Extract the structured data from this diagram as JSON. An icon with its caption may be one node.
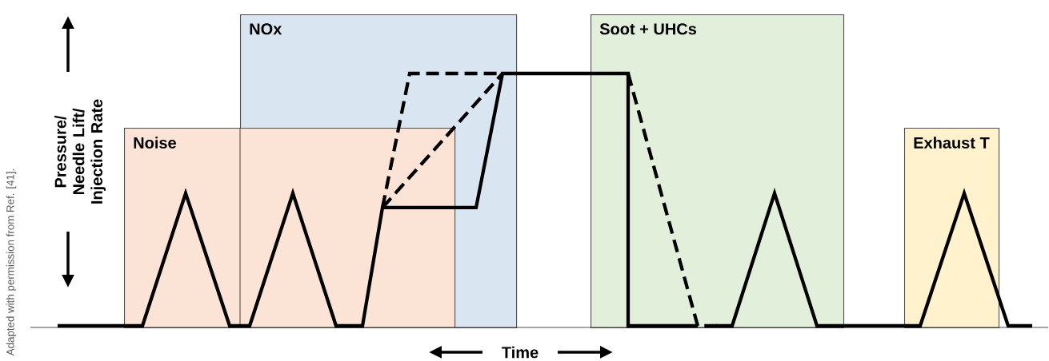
{
  "diagram": {
    "nodes": [
      {
        "text": [
          "Noise"
        ]
      },
      {
        "text": [
          "NOx"
        ]
      },
      {
        "text": [
          "Soot + UHCs"
        ]
      },
      {
        "text": [
          "Exhaust T"
        ]
      }
    ],
    "labels": [
      "Adapted with permission from Ref. [41].",
      "Pressure/ Needle Lift/ Injection Rate",
      "Time"
    ]
  }
}
